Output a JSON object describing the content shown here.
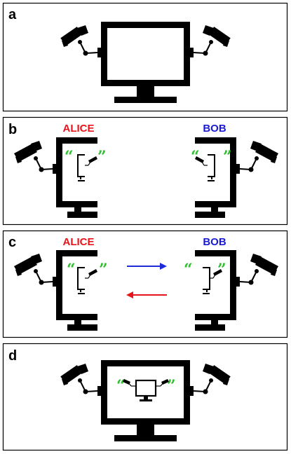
{
  "panels": [
    {
      "label": "a"
    },
    {
      "label": "b",
      "left_name": "ALICE",
      "right_name": "BOB"
    },
    {
      "label": "c",
      "left_name": "ALICE",
      "right_name": "BOB"
    },
    {
      "label": "d"
    }
  ],
  "colors": {
    "alice": "#e8141c",
    "bob": "#1a1ad6",
    "quote": "#2fbf2f",
    "arrow_right": "#1f2bd9",
    "arrow_left": "#e8141c",
    "ink": "#000000"
  },
  "quote_open": "“",
  "quote_close": "”",
  "icons": [
    "surveillance-camera-icon",
    "monitor-icon",
    "arrow-right-icon",
    "arrow-left-icon"
  ]
}
